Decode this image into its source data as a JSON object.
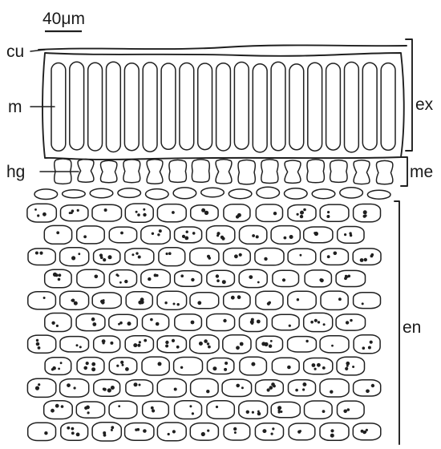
{
  "scale_bar": {
    "label": "40μm"
  },
  "labels": {
    "cuticle": "cu",
    "macrosclereids": "m",
    "hourglass_cells": "hg",
    "exotesta": "ex",
    "mesotesta": "me",
    "endotesta": "en"
  },
  "colors": {
    "ink": "#1f1f1f",
    "background": "#ffffff"
  }
}
